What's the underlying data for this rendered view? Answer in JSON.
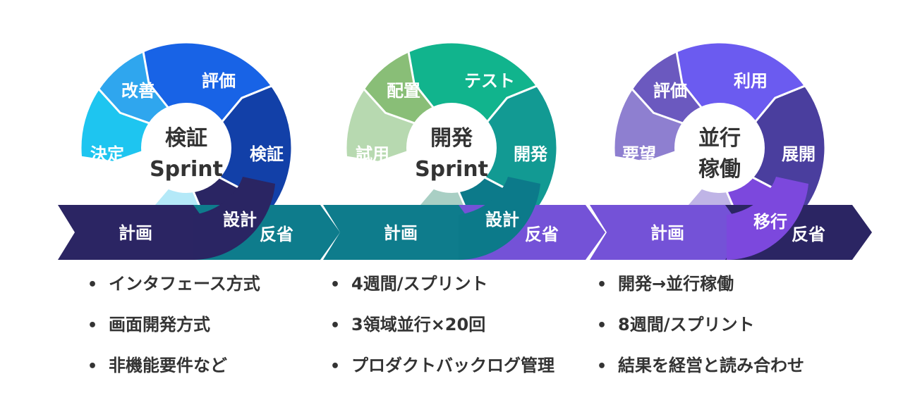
{
  "sprints": [
    {
      "center": [
        "検証",
        "Sprint"
      ],
      "segments": [
        "評価",
        "検証",
        "設計",
        "決定",
        "改善"
      ],
      "arrows": [
        "計画",
        "反省"
      ],
      "bullets": [
        "インタフェース方式",
        "画面開発方式",
        "非機能要件など"
      ],
      "colors": {
        "eval": "#1863E6",
        "verify": "#1240A8",
        "design": "#2A2563",
        "decide": "#1EC5F0",
        "improve": "#2FA6EE",
        "gap": "#B4E9F8",
        "plan_arrow": "#2B2563",
        "reflect_arrow": "#0E7C8C"
      }
    },
    {
      "center": [
        "開発",
        "Sprint"
      ],
      "segments": [
        "テスト",
        "開発",
        "設計",
        "試用",
        "配置"
      ],
      "arrows": [
        "計画",
        "反省"
      ],
      "bullets": [
        "4週間/スプリント",
        "3領域並行×20回",
        "プロダクトバックログ管理"
      ],
      "colors": {
        "eval": "#11B48D",
        "verify": "#129A93",
        "design": "#0C7A8A",
        "decide": "#B7D9B0",
        "improve": "#89BE77",
        "gap": "#A9CFC4",
        "plan_arrow": "#0E7C8C",
        "reflect_arrow": "#7452D7"
      }
    },
    {
      "center": [
        "並行",
        "稼働"
      ],
      "segments": [
        "利用",
        "展開",
        "移行",
        "要望",
        "評価"
      ],
      "arrows": [
        "計画",
        "反省"
      ],
      "bullets": [
        "開発→並行稼働",
        "8週間/スプリント",
        "結果を経営と読み合わせ"
      ],
      "colors": {
        "eval": "#6B5BF0",
        "verify": "#4A3E9E",
        "design": "#7C48DD",
        "decide": "#8E7FD0",
        "improve": "#6B59BF",
        "gap": "#BFB4E6",
        "plan_arrow": "#7452D7",
        "reflect_arrow": "#2B2563"
      }
    }
  ]
}
